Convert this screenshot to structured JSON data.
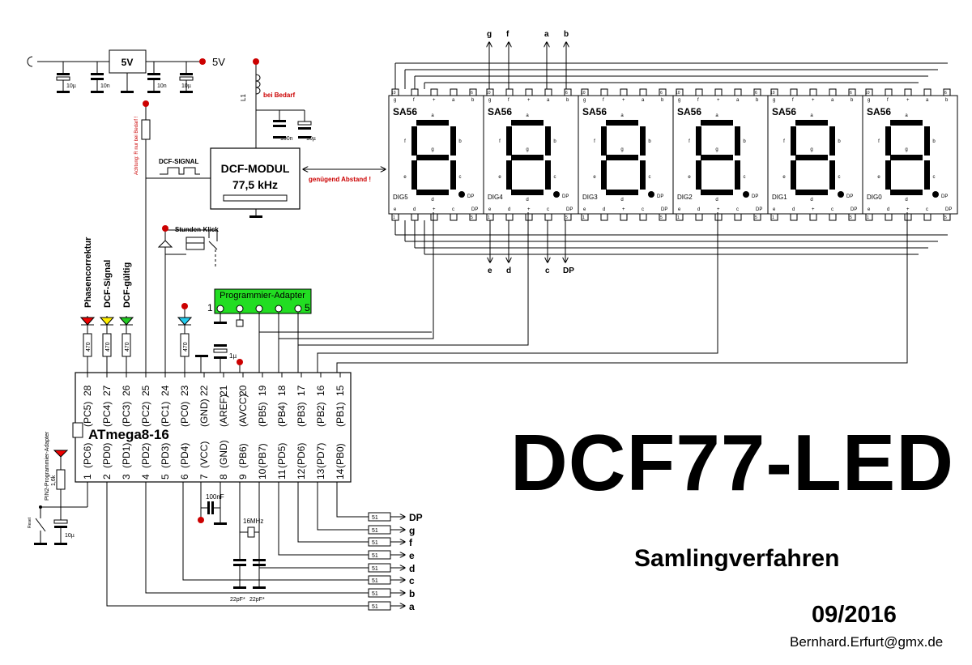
{
  "title": "DCF77-LED",
  "subtitle": "Samlingverfahren",
  "date": "09/2016",
  "email": "Bernhard.Erfurt@gmx.de",
  "power": {
    "regulator": "5V",
    "rail": "5V",
    "caps": [
      "10µ",
      "10n",
      "10n",
      "10µ"
    ]
  },
  "dcf": {
    "module_line1": "DCF-MODUL",
    "module_line2": "77,5 kHz",
    "signal": "DCF-SIGNAL",
    "distance": "genügend Abstand !",
    "coil": "L1",
    "optional": "bei Bedarf",
    "caps": [
      "100n",
      "10µ"
    ],
    "resistor_note": "Achtung: R nur bei Bedarf !"
  },
  "relay": {
    "label": "Stunden-Klick"
  },
  "prog": {
    "label": "Programmier-Adapter",
    "pin_first": "1",
    "pin_last": "5",
    "reset_note": "PIN2-Programmier-Adapter",
    "reset": "Reset"
  },
  "leds": [
    "Phasencorrektur",
    "DCF-Signal",
    "DCF-gültig"
  ],
  "led_resistor": "470",
  "mcu": {
    "name": "ATmega8-16",
    "top_nums": [
      "28",
      "27",
      "26",
      "25",
      "24",
      "23",
      "22",
      "21",
      "20",
      "19",
      "18",
      "17",
      "16",
      "15"
    ],
    "top_names": [
      "(PC5)",
      "(PC4)",
      "(PC3)",
      "(PC2)",
      "(PC1)",
      "(PC0)",
      "(GND)",
      "(AREF)",
      "(AVCC)",
      "(PB5)",
      "(PB4)",
      "(PB3)",
      "(PB2)",
      "(PB1)"
    ],
    "bottom_nums": [
      "1",
      "2",
      "3",
      "4",
      "5",
      "6",
      "7",
      "8",
      "9",
      "10",
      "11",
      "12",
      "13",
      "14"
    ],
    "bottom_names": [
      "(PC6)",
      "(PD0)",
      "(PD1)",
      "(PD2)",
      "(PD3)",
      "(PD4)",
      "(VCC)",
      "(GND)",
      "(PB6)",
      "(PB7)",
      "(PD5)",
      "(PD6)",
      "(PD7)",
      "(PB0)"
    ],
    "aref_cap": "1µ",
    "vcc_cap": "100nF",
    "crystal": "16MHz",
    "load_caps": [
      "22pF*",
      "22pF*"
    ],
    "reset_res": "1,6k",
    "reset_cap": "10µ"
  },
  "segment_resistor": "51",
  "segments": [
    "DP",
    "g",
    "f",
    "e",
    "d",
    "c",
    "b",
    "a"
  ],
  "display": {
    "type": "SA56",
    "digits": [
      "DIG5",
      "DIG4",
      "DIG3",
      "DIG2",
      "DIG1",
      "DIG0"
    ],
    "seg_letters": [
      "a",
      "b",
      "c",
      "d",
      "e",
      "f",
      "g"
    ],
    "dp": "DP",
    "top_pins": [
      "g",
      "f",
      "+",
      "a",
      "b"
    ],
    "bottom_pins": [
      "e",
      "d",
      "+",
      "c",
      "DP"
    ],
    "top_pin_nums": [
      "10",
      "6"
    ],
    "bottom_pin_nums": [
      "1",
      "5"
    ],
    "bus_top": [
      "g",
      "f",
      "a",
      "b"
    ],
    "bus_bottom": [
      "e",
      "d",
      "c",
      "DP"
    ]
  },
  "colors": {
    "wire": "#000000",
    "node": "#cc0000",
    "prog_adapter": "#22dd22",
    "led_red": "#ee0000",
    "led_yellow": "#ffee00",
    "led_green": "#22cc22",
    "led_cyan": "#22ccee",
    "note_red": "#cc0000"
  }
}
